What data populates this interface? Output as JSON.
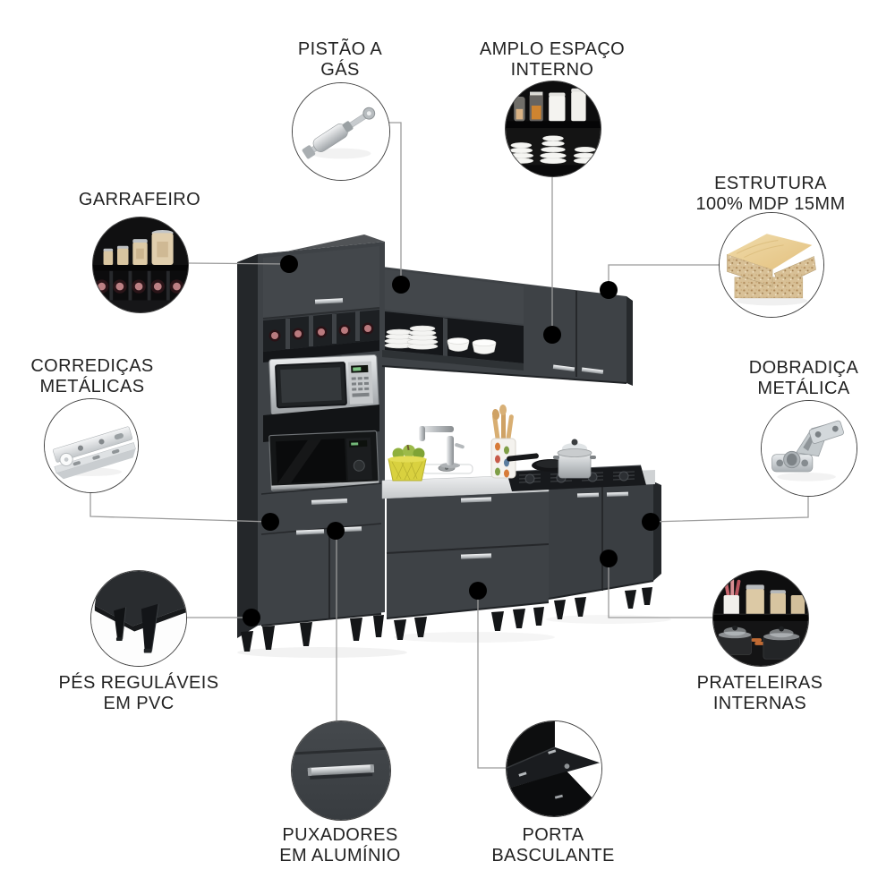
{
  "background_color": "#ffffff",
  "style": {
    "line_color": "#9b9b9b",
    "dot_color": "#000000",
    "label_color": "#232323",
    "cabinet_color": "#3e4246",
    "circle_border_color": "#414141"
  },
  "product_image": {
    "name": "black modular kitchen cabinet set",
    "elements": [
      "tall cabinet with wine rack and two microwaves",
      "wall cabinet with open dish shelf",
      "sink counter with faucet",
      "two-drawer base module",
      "two-door base module with cooktop",
      "yellow fruit basket",
      "utensil cup",
      "pot and frying pan",
      "tapered pvc feet"
    ]
  },
  "callouts": [
    {
      "id": "pistao-a-gas",
      "line1": "PISTÃO A",
      "line2": "GÁS",
      "image": "gas-piston"
    },
    {
      "id": "amplo-espaco-interno",
      "line1": "AMPLO ESPAÇO",
      "line2": "INTERNO",
      "image": "shelves-with-jars-and-bowls"
    },
    {
      "id": "garrafeiro",
      "line1": "GARRAFEIRO",
      "line2": "",
      "image": "bottle-rack-with-canisters"
    },
    {
      "id": "estrutura-mdp",
      "line1": "ESTRUTURA",
      "line2": "100% MDP 15MM",
      "image": "mdp-wood-boards"
    },
    {
      "id": "corredicas-metalicas",
      "line1": "CORREDIÇAS",
      "line2": "METÁLICAS",
      "image": "metal-drawer-slide"
    },
    {
      "id": "dobradica-metalica",
      "line1": "DOBRADIÇA",
      "line2": "METÁLICA",
      "image": "metal-hinge"
    },
    {
      "id": "pes-regulaveis",
      "line1": "PÉS REGULÁVEIS",
      "line2": "EM PVC",
      "image": "adjustable-pvc-feet"
    },
    {
      "id": "prateleiras-internas",
      "line1": "PRATELEIRAS",
      "line2": "INTERNAS",
      "image": "internal-shelves-with-pots"
    },
    {
      "id": "puxadores-aluminio",
      "line1": "PUXADORES",
      "line2": "EM ALUMÍNIO",
      "image": "aluminum-handle"
    },
    {
      "id": "porta-basculante",
      "line1": "PORTA",
      "line2": "BASCULANTE",
      "image": "flip-up-door"
    }
  ]
}
